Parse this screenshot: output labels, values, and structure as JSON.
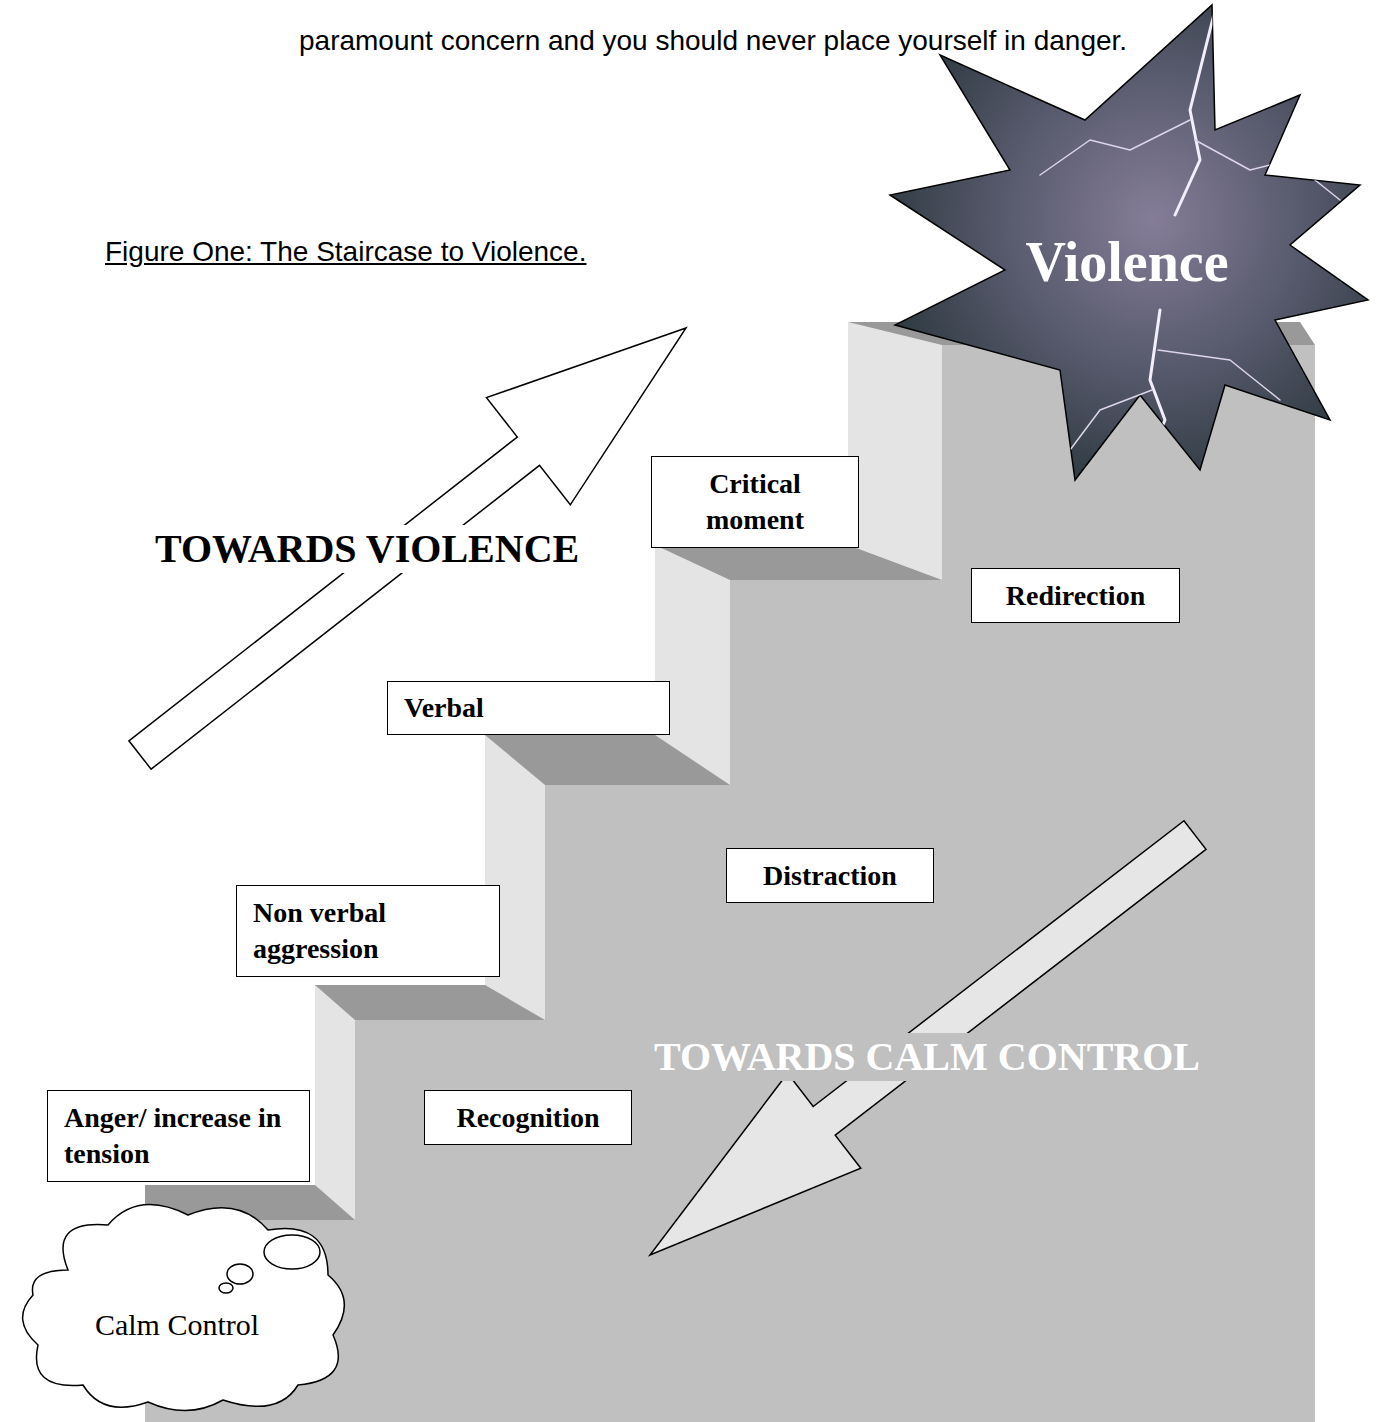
{
  "diagram": {
    "title": "Figure One: The Staircase to Violence.",
    "nodes": [
      {
        "text": [
          "Anger/ increase in tension"
        ]
      },
      {
        "text": [
          "Non verbal aggression"
        ]
      },
      {
        "text": [
          "Verbal"
        ]
      },
      {
        "text": [
          "Critical moment"
        ]
      },
      {
        "text": [
          "Violence"
        ]
      },
      {
        "text": [
          "Redirection"
        ]
      },
      {
        "text": [
          "Distraction"
        ]
      },
      {
        "text": [
          "Recognition"
        ]
      },
      {
        "text": [
          "Calm Control"
        ]
      }
    ],
    "labels": [
      "paramount concern and you should never place yourself in danger.",
      "TOWARDS VIOLENCE",
      "TOWARDS CALM CONTROL"
    ]
  }
}
